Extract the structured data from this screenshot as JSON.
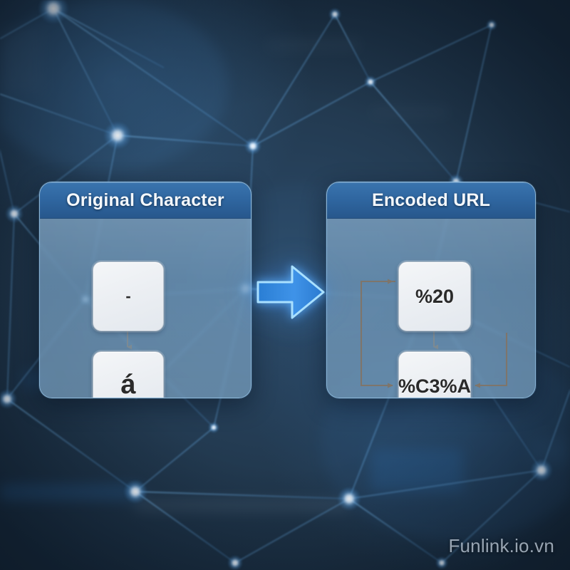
{
  "background": {
    "base_color": "#22394f",
    "accent_color": "#3f86c6",
    "node_glow_color": "#cfe8ff",
    "style_name": "blurred-network-constellation"
  },
  "panels": [
    {
      "id": "original",
      "title": "Original Character",
      "header_color": "#2f66a0",
      "body_color": "#7098ba",
      "boxes": [
        {
          "name": "hyphen",
          "value": "-"
        },
        {
          "name": "accented-a",
          "value": "á"
        }
      ],
      "connectors": [
        {
          "name": "down-arrow-hyphen-to-accent",
          "direction": "down"
        }
      ]
    },
    {
      "id": "encoded",
      "title": "Encoded URL",
      "header_color": "#2f66a0",
      "body_color": "#7098ba",
      "boxes": [
        {
          "name": "percent-20",
          "value": "%20"
        },
        {
          "name": "percent-c3-percent-a",
          "value": "%C3%A"
        }
      ],
      "connectors": [
        {
          "name": "down-arrow-enc1-to-enc2",
          "direction": "down"
        },
        {
          "name": "left-bracket-feedback",
          "direction": "right"
        },
        {
          "name": "right-hook-feedback",
          "direction": "left"
        }
      ]
    }
  ],
  "center_arrow": {
    "name": "transform-arrow",
    "direction": "right",
    "fill_color": "#2f86df",
    "glow_color": "#8fd4ff"
  },
  "watermark": {
    "text": "Funlink.io.vn",
    "color": "#cddae8"
  }
}
